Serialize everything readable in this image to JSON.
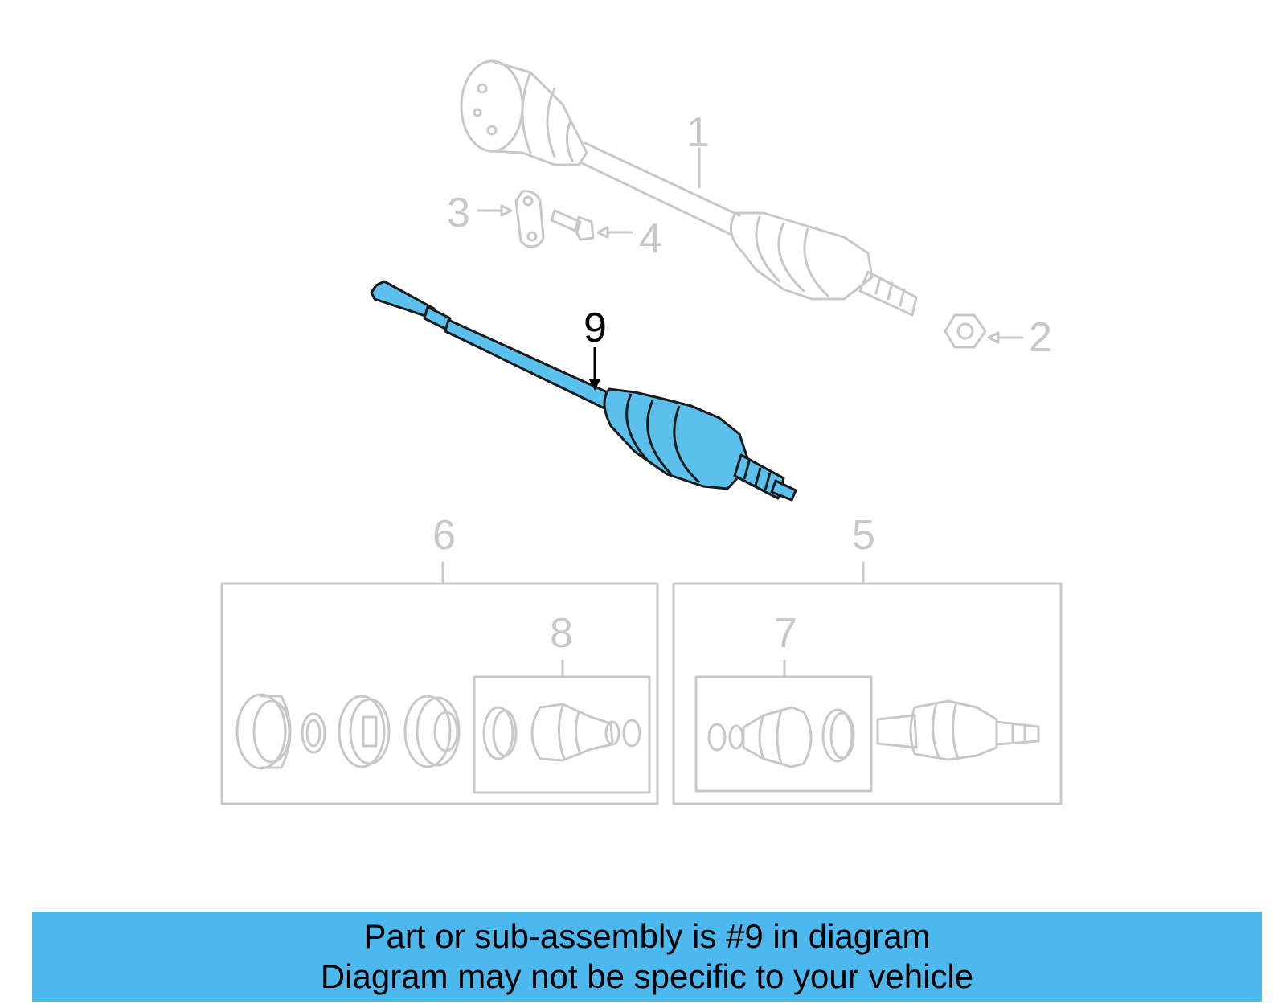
{
  "callouts": {
    "c1": "1",
    "c2": "2",
    "c3": "3",
    "c4": "4",
    "c5": "5",
    "c6": "6",
    "c7": "7",
    "c8": "8",
    "c9": "9"
  },
  "banner": {
    "line1": "Part or sub-assembly is #9 in diagram",
    "line2": "Diagram may not be specific to your vehicle"
  },
  "colors": {
    "highlight_part": "#5bc0ec",
    "banner_background": "#4db8ee",
    "ghost_lines": "#c8c8c8"
  }
}
